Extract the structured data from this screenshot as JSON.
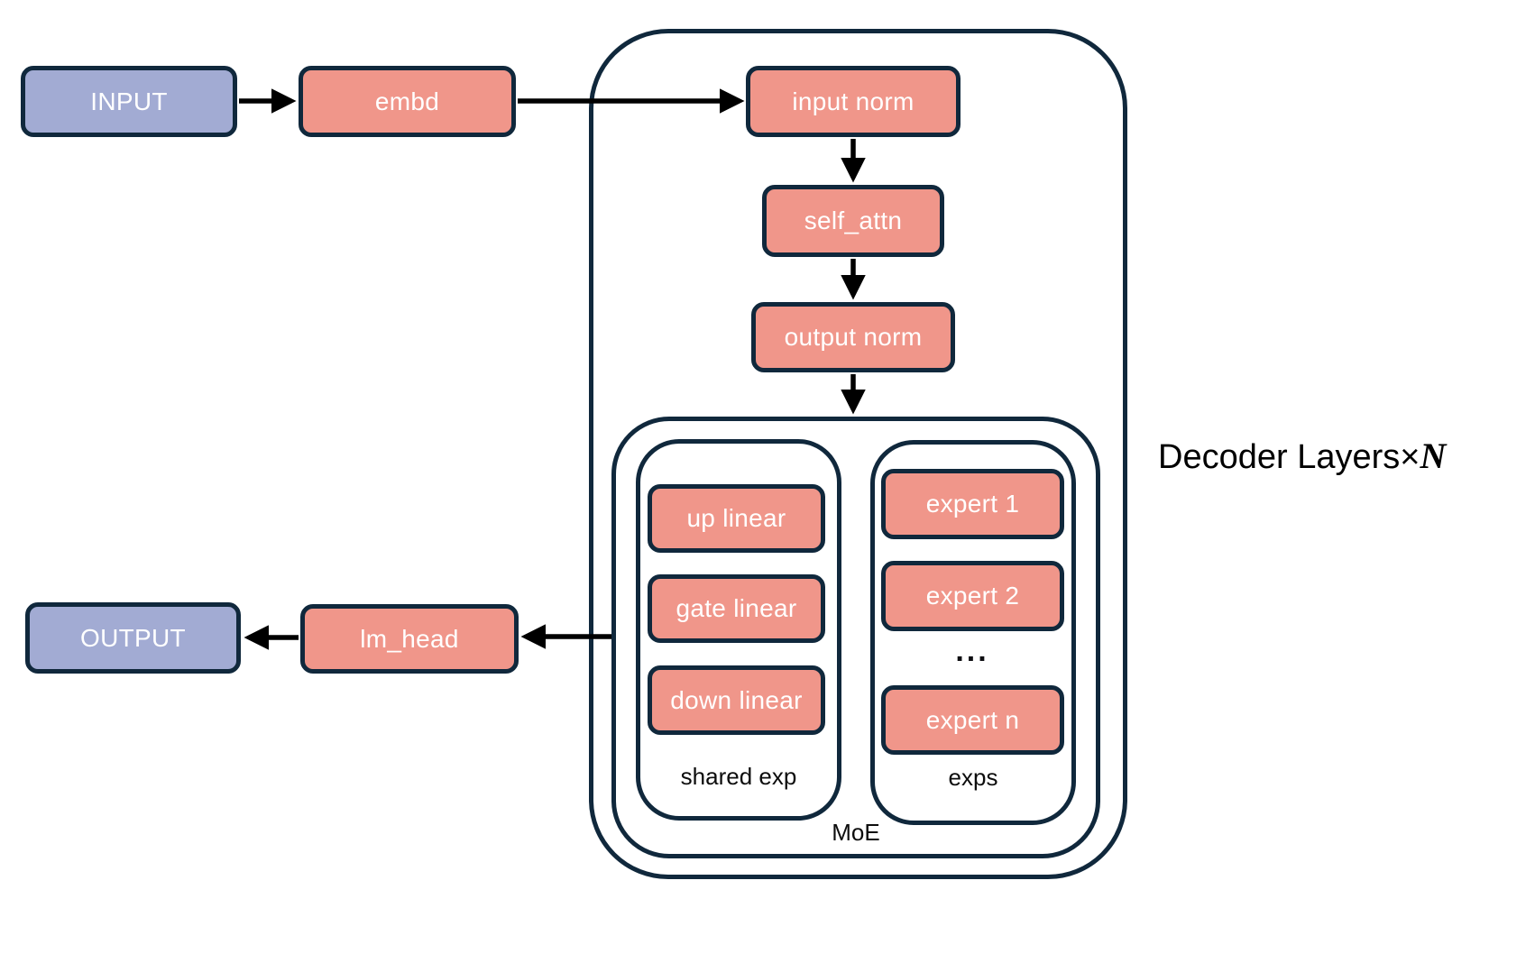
{
  "diagram": {
    "io_nodes": {
      "input": "INPUT",
      "output": "OUTPUT"
    },
    "nodes": {
      "embd": "embd",
      "input_norm": "input norm",
      "self_attn": "self_attn",
      "output_norm": "output norm",
      "up_linear": "up linear",
      "gate_linear": "gate linear",
      "down_linear": "down linear",
      "expert_1": "expert 1",
      "expert_2": "expert 2",
      "expert_n": "expert n",
      "lm_head": "lm_head"
    },
    "groups": {
      "shared_exp": "shared exp",
      "exps": "exps",
      "moe": "MoE"
    },
    "exps_ellipsis": "...",
    "decoder_label": {
      "text": "Decoder Layers",
      "times": "×",
      "n": "N"
    },
    "colors": {
      "box_fill": "#F0968A",
      "io_fill": "#A2ABD3",
      "outline": "#10283C",
      "arrow": "#000000",
      "text_light": "#FFFFFF",
      "text_dark": "#0D0D0D",
      "background": "#FFFFFF"
    }
  }
}
